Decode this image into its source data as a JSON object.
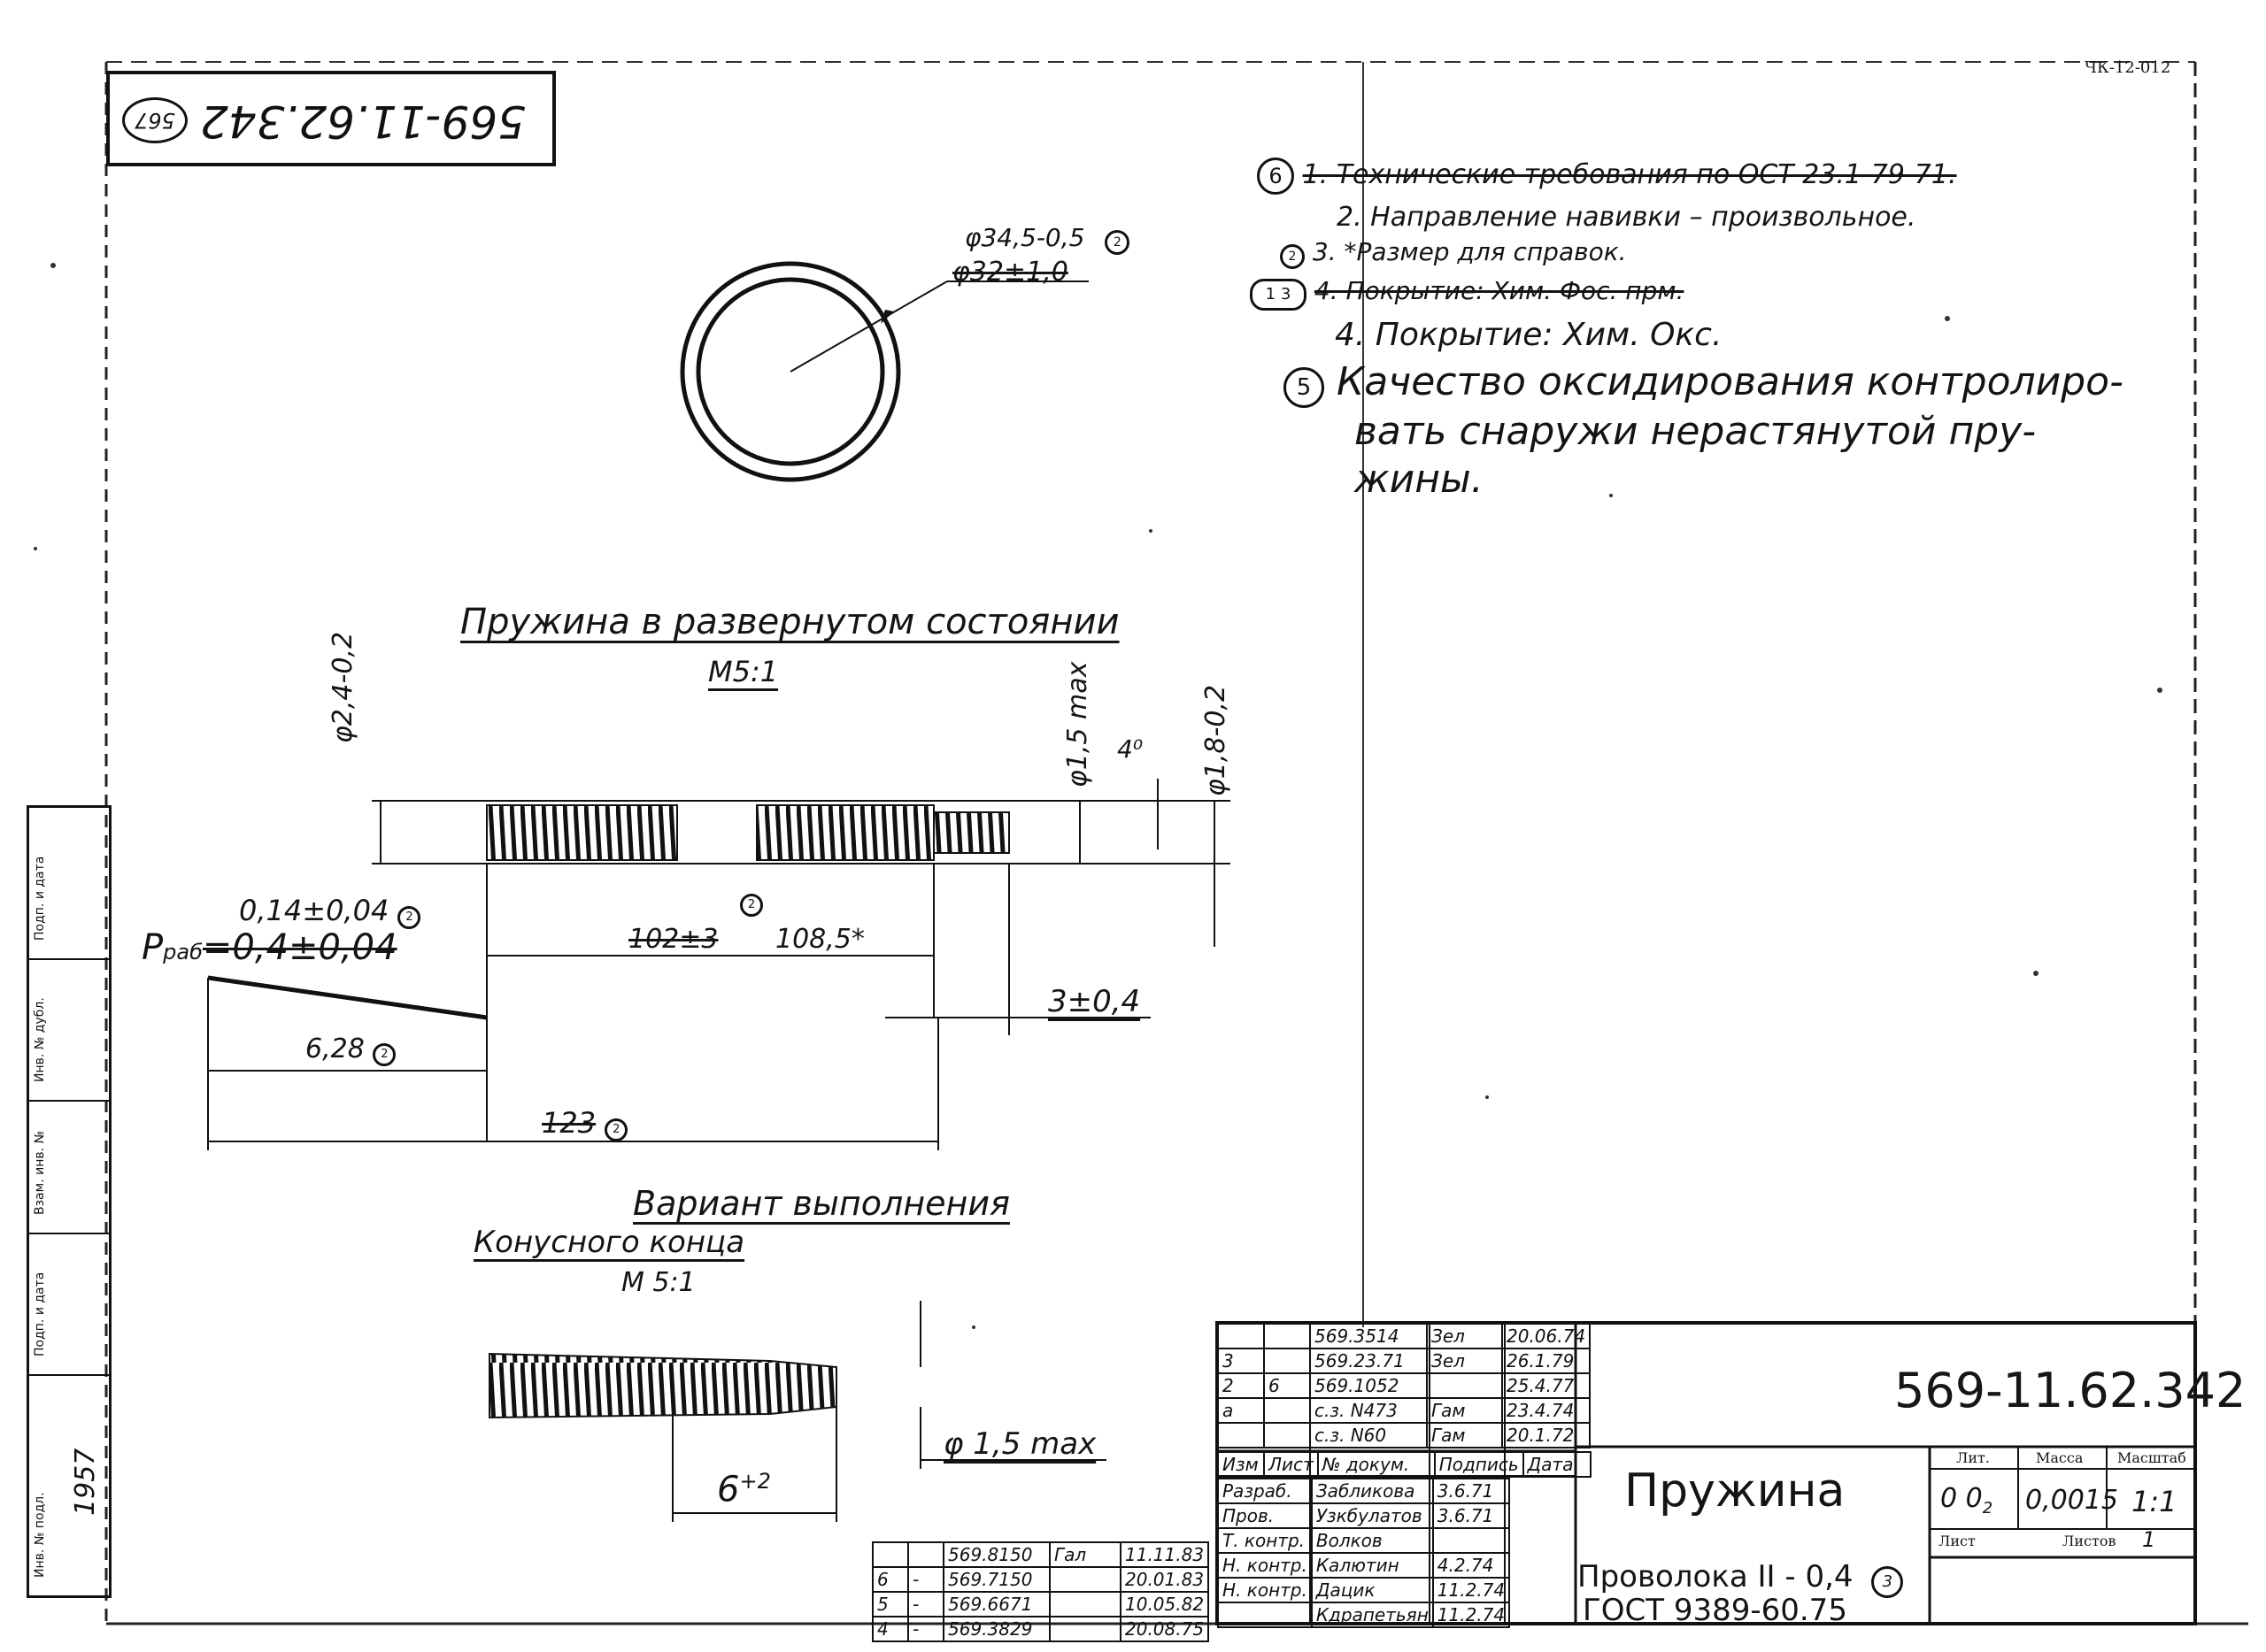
{
  "sheet": {
    "corner_mark": "ЧК-12-012",
    "doc_number_rotated": "569-11.62.342",
    "stamp_mark": "567"
  },
  "notes": {
    "n1": "1. Технические требования по ОСТ 23.1-79-71.",
    "n1_mark": "6",
    "n2": "2. Направление навивки – произвольное.",
    "n3": "3. *Размер для справок.",
    "n3_mark": "2",
    "n4_old": "4. Покрытие: Хим. Фос. прм.",
    "n4_marks": "1 3",
    "n4_new": "4. Покрытие: Хим. Окс.",
    "n5_mark": "5",
    "n5_line1": "Качество оксидирования контролиро-",
    "n5_line2": "вать снаружи нерастянутой пру-",
    "n5_line3": "жины."
  },
  "ring_view": {
    "dim_new": "φ34,5-0,5",
    "dim_new_mark": "2",
    "dim_old": "φ32±1,0"
  },
  "unrolled_view": {
    "title": "Пружина в развернутом состоянии",
    "scale": "М5:1",
    "d_outer": "φ2,4-0,2",
    "d_end": "φ1,5 max",
    "d_wire": "φ1,8-0,2",
    "angle": "4⁰",
    "force_label": "P",
    "force_sub": "раб",
    "force_old": "=0,4±0,04",
    "force_new": "0,14±0,04",
    "force_mark": "2",
    "length_old": "102±3",
    "length_new": "108,5*",
    "length_mark": "2",
    "end_length": "3±0,4",
    "lead_length": "6,28",
    "lead_mark": "2",
    "total_length": "123",
    "total_mark": "2"
  },
  "cone_view": {
    "title_line1": "Вариант выполнения",
    "title_line2": "Конусного конца",
    "scale": "М 5:1",
    "end_diameter": "φ 1,5 max",
    "cone_length": "6",
    "cone_length_tol": "+2"
  },
  "title_block": {
    "designation": "569-11.62.342",
    "name": "Пружина",
    "material_line1": "Проволока  II - 0,4",
    "material_mark": "3",
    "material_line2": "ГОСТ 9389-60.75",
    "lit_header": "Лит.",
    "mass_header": "Масса",
    "scale_header": "Масштаб",
    "lit1": "0",
    "lit2": "0",
    "lit2_sub": "2",
    "mass": "0,0015",
    "scale": "1:1",
    "sheet_label": "Лист",
    "sheets_label": "Листов",
    "sheets_value": "1",
    "changes": [
      {
        "izm": "",
        "list": "",
        "doc": "569.3514",
        "sign": "Зел",
        "date": "20.06.74"
      },
      {
        "izm": "3",
        "list": "",
        "doc": "569.23.71",
        "sign": "Зел",
        "date": "26.1.79"
      },
      {
        "izm": "2",
        "list": "6",
        "doc": "569.1052",
        "sign": "",
        "date": "25.4.77"
      },
      {
        "izm": "а",
        "list": "",
        "doc": "с.з. N473",
        "sign": "Гам",
        "date": "23.4.74"
      },
      {
        "izm": "",
        "list": "",
        "doc": "с.з. N60",
        "sign": "Гам",
        "date": "20.1.72"
      }
    ],
    "change_headers": {
      "izm": "Изм",
      "list": "Лист",
      "doc": "№ докум.",
      "sign": "Подпись",
      "date": "Дата"
    },
    "roles": [
      {
        "role": "Разраб.",
        "name": "Забликова",
        "date": "3.6.71"
      },
      {
        "role": "Пров.",
        "name": "Узкбулатов",
        "date": "3.6.71"
      },
      {
        "role": "Т. контр.",
        "name": "Волков",
        "date": ""
      },
      {
        "role": "Н. контр.",
        "name": "Калютин",
        "date": "4.2.74"
      },
      {
        "role": "Н. контр.",
        "name": "Дацик",
        "date": "11.2.74"
      },
      {
        "role": "",
        "name": "Кдрапетьян",
        "date": "11.2.74"
      }
    ]
  },
  "lower_changes": [
    {
      "a": "",
      "b": "",
      "doc": "569.8150",
      "sign": "Гал",
      "date": "11.11.83"
    },
    {
      "a": "6",
      "b": "-",
      "doc": "569.7150",
      "sign": "",
      "date": "20.01.83"
    },
    {
      "a": "5",
      "b": "-",
      "doc": "569.6671",
      "sign": "",
      "date": "10.05.82"
    },
    {
      "a": "4",
      "b": "-",
      "doc": "569.3829",
      "sign": "",
      "date": "20.08.75"
    }
  ],
  "sidebar": {
    "labels": [
      "Подп. и дата",
      "Инв. № дубл.",
      "Взам. инв. №",
      "Подп. и дата",
      "Инв. № подл."
    ],
    "inv_number": "1957"
  }
}
